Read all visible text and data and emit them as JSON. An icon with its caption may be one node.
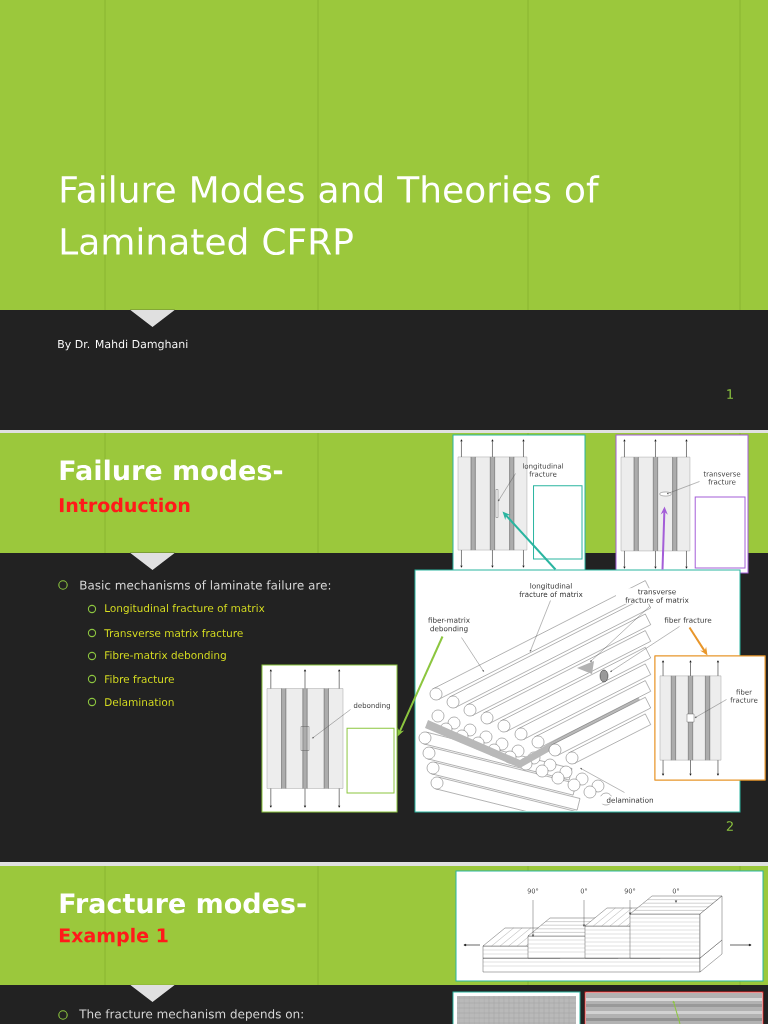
{
  "diagram": {
    "nodes": [
      {
        "text": [
          "longitudinal fracture"
        ]
      },
      {
        "text": [
          "transverse fracture"
        ]
      },
      {
        "text": [
          "longitudinal fracture of matrix",
          "transverse fracture of matrix",
          "fiber-matrix debonding",
          "fiber fracture",
          "delamination"
        ]
      },
      {
        "text": [
          "debonding"
        ]
      },
      {
        "text": [
          "fiber fracture"
        ]
      },
      {
        "text": [
          "90°",
          "0°",
          "90°",
          "0°"
        ]
      },
      {
        "text": [],
        "shape": "picture"
      },
      {
        "text": [],
        "shape": "picture"
      }
    ],
    "edges": [
      {
        "from": 2,
        "to": 0,
        "arrow": "to",
        "style": "thick",
        "color": "#2ab5a0"
      },
      {
        "from": 2,
        "to": 1,
        "arrow": "to",
        "style": "thick",
        "color": "#a45ed8"
      },
      {
        "from": 2,
        "to": 3,
        "arrow": "to",
        "style": "thick",
        "color": "#8cc63f"
      },
      {
        "from": 2,
        "to": 4,
        "arrow": "to",
        "style": "thick",
        "color": "#e8962b"
      },
      {
        "from": 0,
        "to": null,
        "arrow": "to"
      },
      {
        "from": 1,
        "to": null,
        "arrow": "to"
      },
      {
        "from": 2,
        "to": 2,
        "arrow": "to"
      },
      {
        "from": 2,
        "to": 2,
        "arrow": "to"
      },
      {
        "from": 2,
        "to": 2,
        "arrow": "to"
      },
      {
        "from": 2,
        "to": 2,
        "arrow": "to"
      },
      {
        "from": 2,
        "to": 2,
        "arrow": "to"
      },
      {
        "from": 3,
        "to": null,
        "arrow": "to"
      },
      {
        "from": 4,
        "to": null,
        "arrow": "to"
      }
    ],
    "labels": [
      "Failure Modes and Theories of Laminated CFRP",
      "By Dr. Mahdi Damghani",
      "1",
      "Failure modes-",
      "Introduction",
      "Basic mechanisms of laminate failure are:",
      "Longitudinal fracture of matrix",
      "Transverse matrix fracture",
      "Fibre-matrix debonding",
      "Fibre fracture",
      "Delamination",
      "2",
      "Fracture modes-",
      "Example 1",
      "The fracture mechanism depends on:"
    ]
  }
}
